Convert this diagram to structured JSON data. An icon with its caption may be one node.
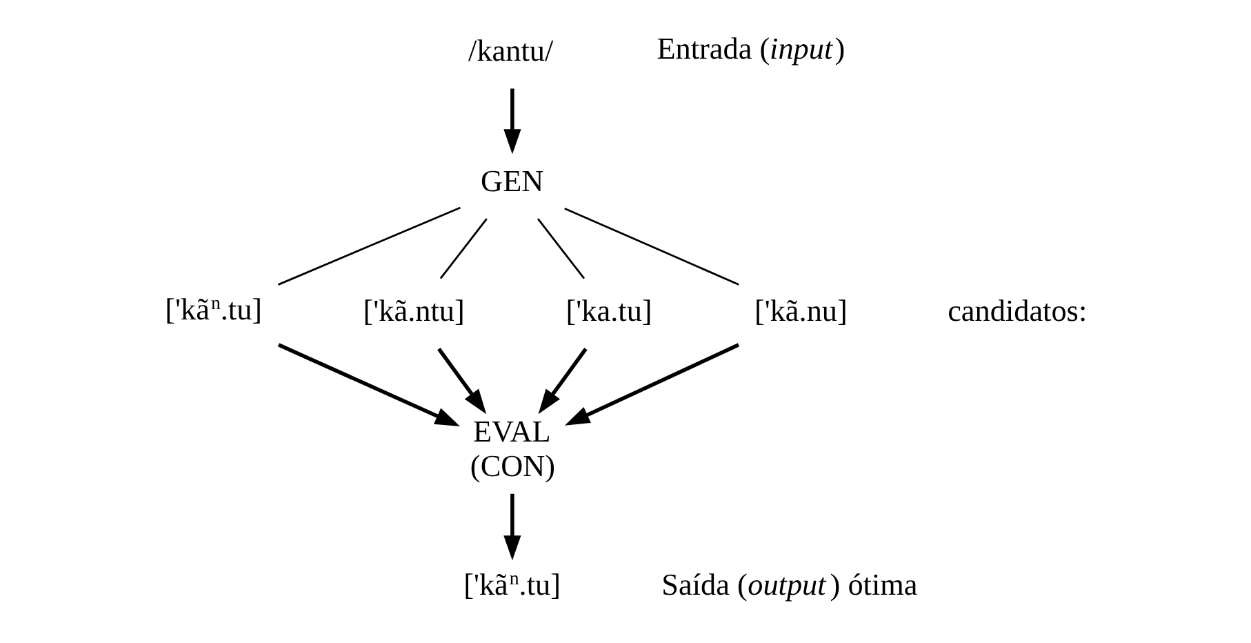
{
  "diagram": {
    "nodes": [
      {
        "text": [
          "/kantu/"
        ]
      },
      {
        "text": [
          "GEN"
        ]
      },
      {
        "text": [
          "['kã$^{n}$.tu]"
        ]
      },
      {
        "text": [
          "['kã.ntu]"
        ]
      },
      {
        "text": [
          "['ka.tu]"
        ]
      },
      {
        "text": [
          "['kã.nu]"
        ]
      },
      {
        "text": [
          "EVAL (CON)"
        ]
      },
      {
        "text": [
          "['kã$^{n}$.tu]"
        ]
      }
    ],
    "edges": [
      {
        "from": 0,
        "to": 1,
        "arrow": "to"
      },
      {
        "from": 1,
        "to": 2,
        "arrow": "none"
      },
      {
        "from": 1,
        "to": 3,
        "arrow": "none"
      },
      {
        "from": 1,
        "to": 4,
        "arrow": "none"
      },
      {
        "from": 1,
        "to": 5,
        "arrow": "none"
      },
      {
        "from": 2,
        "to": 6,
        "arrow": "to"
      },
      {
        "from": 3,
        "to": 6,
        "arrow": "to"
      },
      {
        "from": 4,
        "to": 6,
        "arrow": "to"
      },
      {
        "from": 5,
        "to": 6,
        "arrow": "to"
      },
      {
        "from": 6,
        "to": 7,
        "arrow": "to"
      }
    ],
    "labels": [
      "Entrada (*input*)",
      "candidatos:",
      "Saída (*output*) ótima"
    ]
  }
}
